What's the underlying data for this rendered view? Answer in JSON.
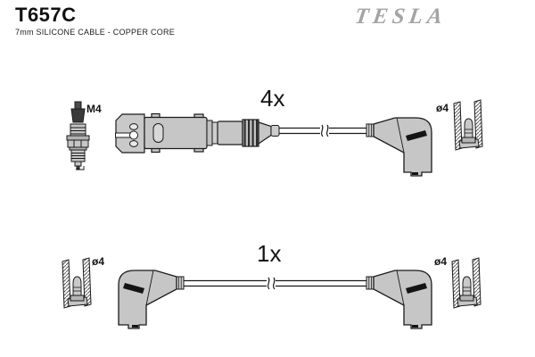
{
  "header": {
    "part_number": "T657C",
    "description": "7mm SILICONE CABLE - COPPER CORE",
    "brand_logo": "TESLA"
  },
  "diagram": {
    "top_assembly": {
      "quantity": "4x",
      "spark_plug_thread": "M4",
      "terminal_diameter": "ø4",
      "icons": [
        "spark-plug-icon",
        "distributor-connector-icon",
        "ignition-cable-icon",
        "angled-plug-boot-icon",
        "boot-cross-section-icon"
      ]
    },
    "bottom_assembly": {
      "quantity": "1x",
      "terminal_diameter_left": "ø4",
      "terminal_diameter_right": "ø4",
      "icons": [
        "boot-cross-section-icon",
        "angled-plug-boot-icon",
        "ignition-cable-icon",
        "angled-plug-boot-icon",
        "boot-cross-section-icon"
      ]
    }
  },
  "colors": {
    "outline": "#1a1a1a",
    "part_fill": "#c6c6c6",
    "logo_gray": "#a4a4a4",
    "background": "#ffffff"
  }
}
